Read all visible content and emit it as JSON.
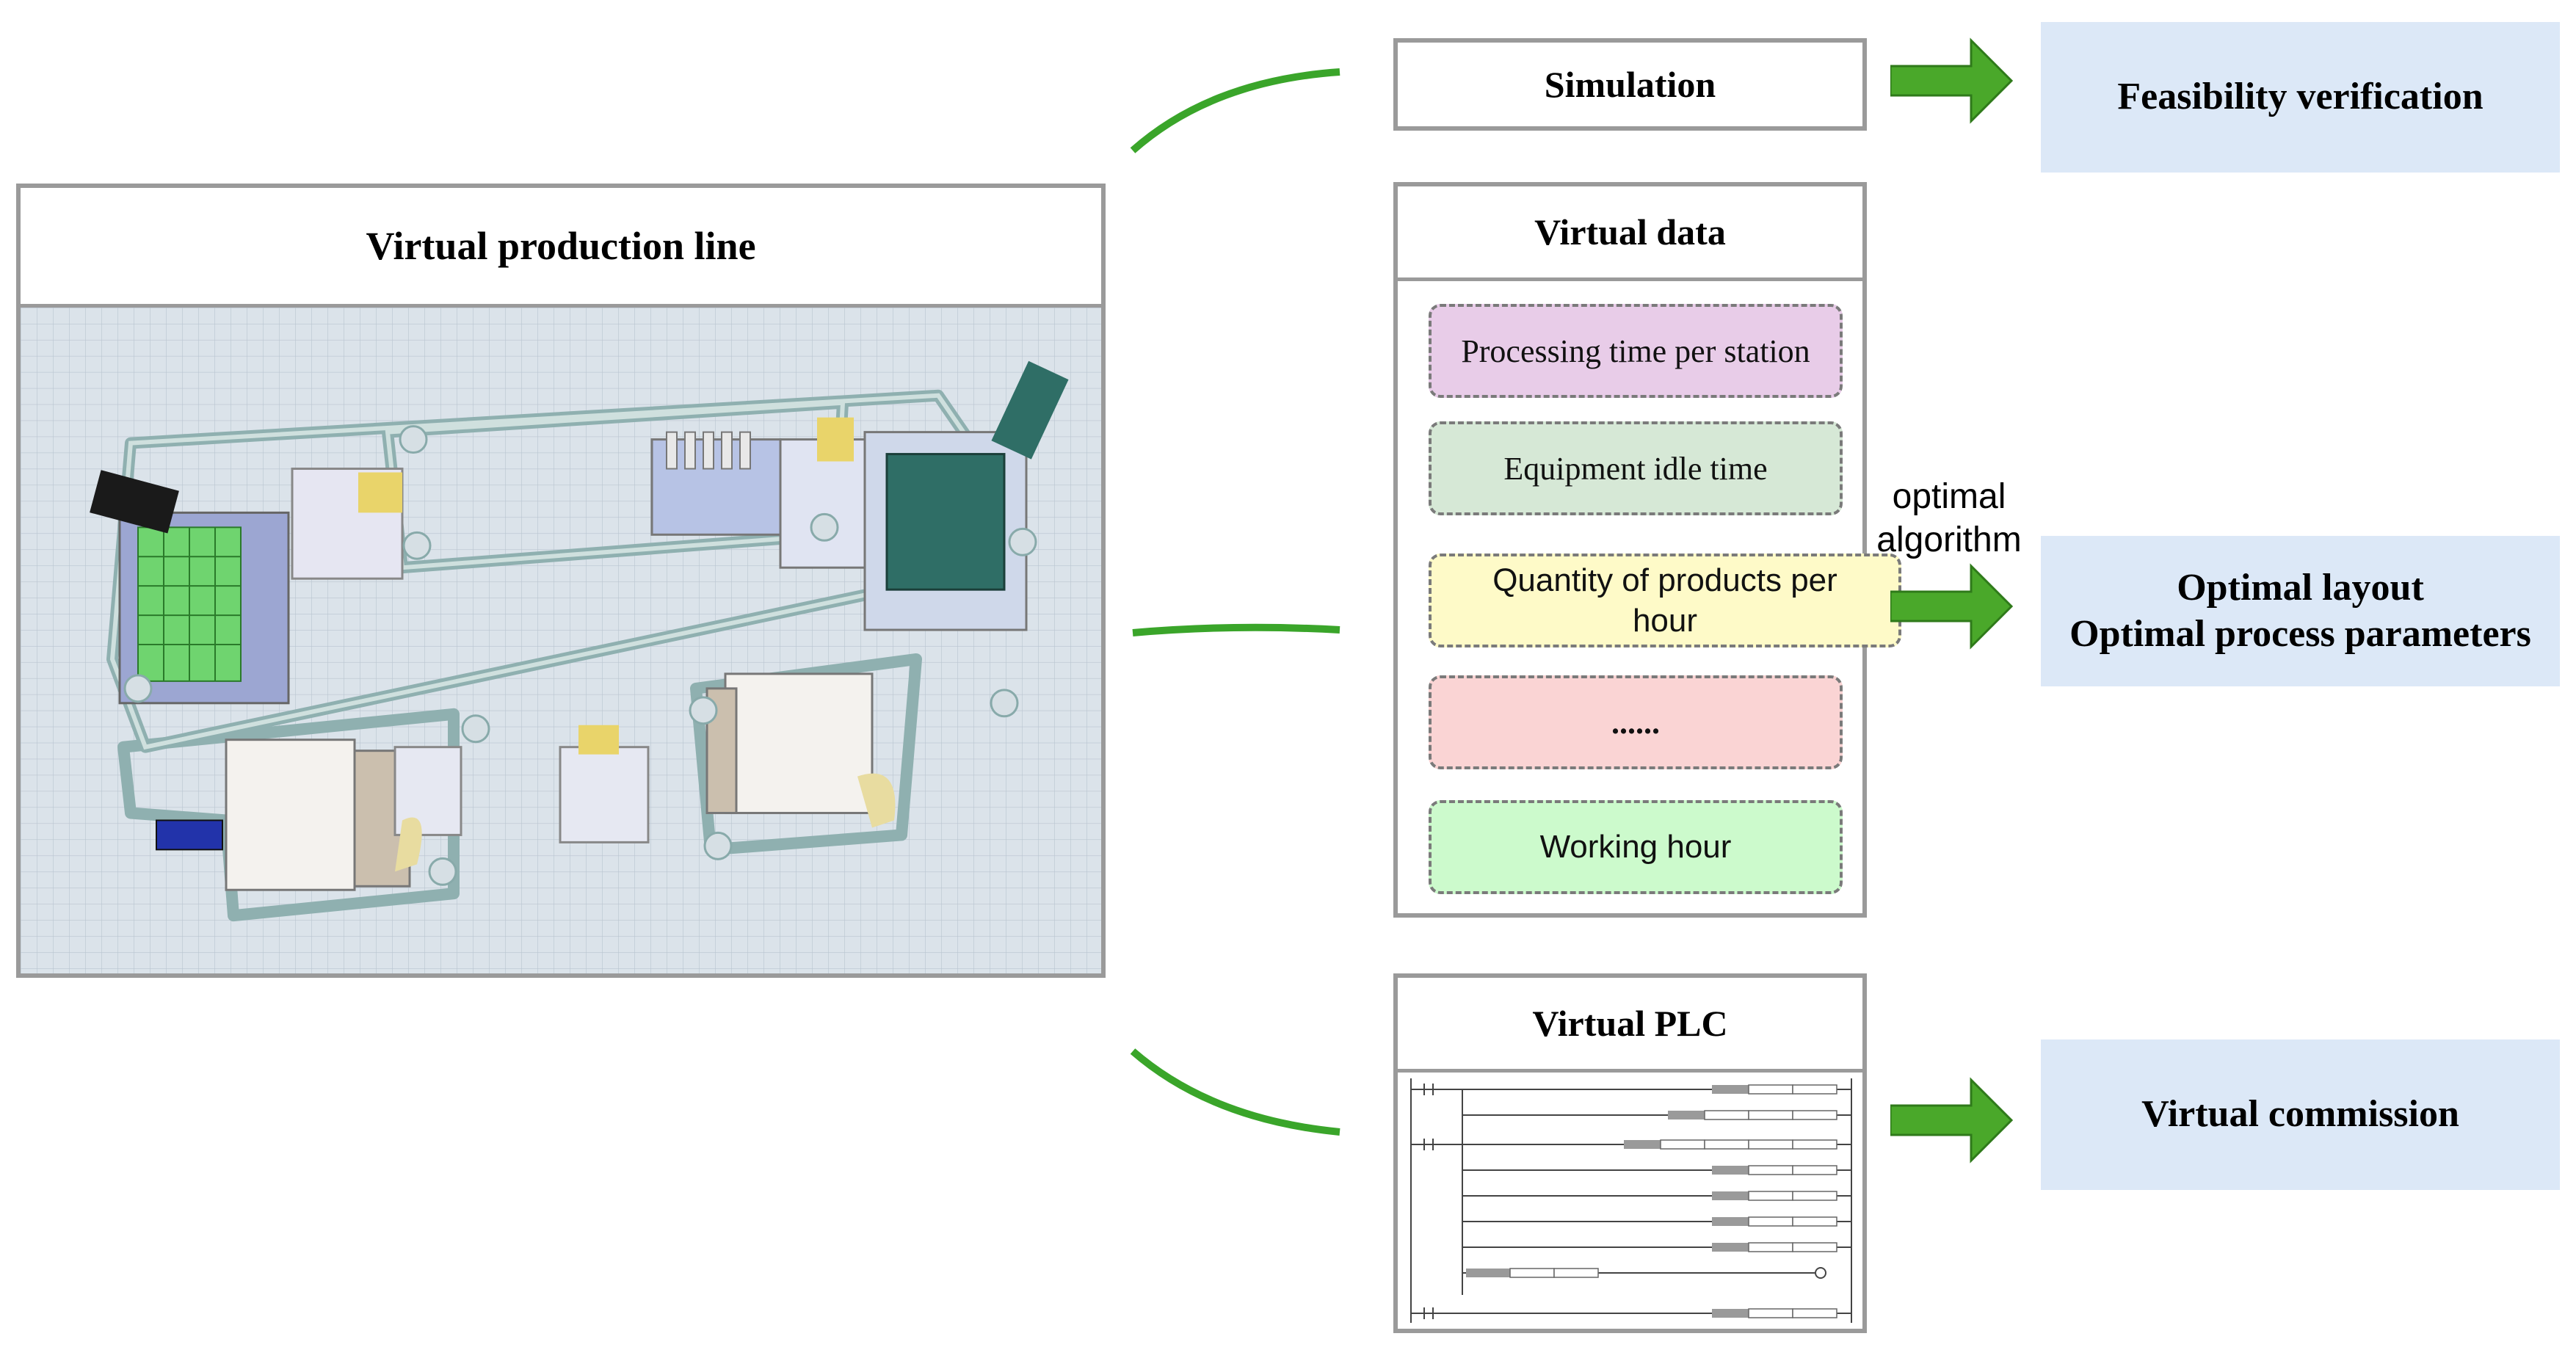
{
  "production_line": {
    "title": "Virtual production line"
  },
  "simulation": {
    "title": "Simulation"
  },
  "virtual_data": {
    "title": "Virtual data",
    "items": [
      "Processing time per station",
      "Equipment idle time",
      "Quantity of products per hour",
      "......",
      "Working hour"
    ],
    "colors": [
      "#e8cce8",
      "#d6e8d6",
      "#fefac8",
      "#fad4d4",
      "#ccfacc"
    ]
  },
  "virtual_plc": {
    "title": "Virtual PLC"
  },
  "connector": {
    "label_line1": "optimal",
    "label_line2": "algorithm"
  },
  "results": {
    "feasibility": "Feasibility verification",
    "optimal_layout": "Optimal layout",
    "optimal_params": "Optimal process parameters",
    "commission": "Virtual commission"
  },
  "colors": {
    "arrow": "#4aa82a",
    "arc": "#3aa52a",
    "result_bg": "#dce8f7",
    "border": "#9a9a9a"
  }
}
